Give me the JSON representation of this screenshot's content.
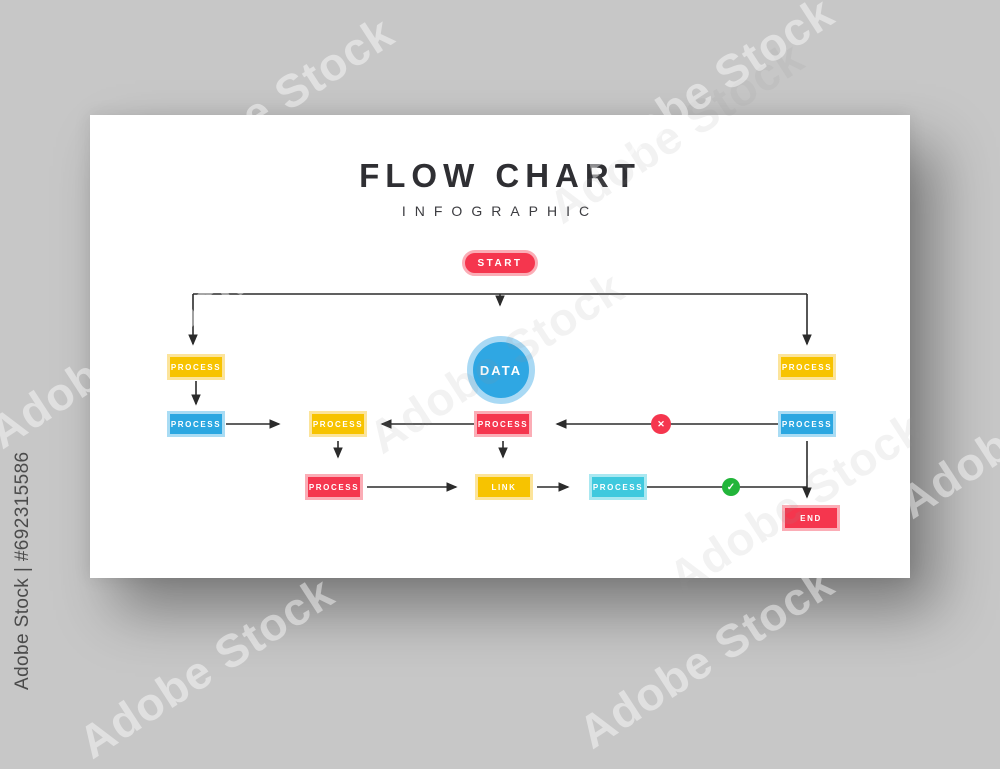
{
  "watermark": {
    "vertical_label": "Adobe Stock | #692315586",
    "tile_label": "Adobe Stock"
  },
  "header": {
    "title": "FLOW CHART",
    "subtitle": "INFOGRAPHIC"
  },
  "flowchart": {
    "nodes": {
      "start": {
        "label": "START",
        "type": "start-pill"
      },
      "data": {
        "label": "DATA",
        "type": "circle"
      },
      "left_process_1": {
        "label": "PROCESS",
        "type": "box"
      },
      "left_process_2": {
        "label": "PROCESS",
        "type": "box"
      },
      "mid_process": {
        "label": "PROCESS",
        "type": "box"
      },
      "center_process": {
        "label": "PROCESS",
        "type": "box"
      },
      "right_process_1": {
        "label": "PROCESS",
        "type": "box"
      },
      "right_process_2": {
        "label": "PROCESS",
        "type": "box"
      },
      "bottom_process_1": {
        "label": "PROCESS",
        "type": "box"
      },
      "link": {
        "label": "LINK",
        "type": "box"
      },
      "bottom_process_2": {
        "label": "PROCESS",
        "type": "box"
      },
      "end": {
        "label": "END",
        "type": "box"
      }
    },
    "badges": {
      "reject": {
        "icon": "✕",
        "color": "#F5364E"
      },
      "approve": {
        "icon": "✓",
        "color": "#22B53A"
      }
    }
  },
  "colors": {
    "bg": "#c7c7c7",
    "card": "#ffffff",
    "title": "#2f2f33",
    "line": "#2b2b2b",
    "red": "#F5364E",
    "red_ring": "#FBADB6",
    "yellow": "#F7C300",
    "yellow_ring": "#FCE49B",
    "blue": "#2BA7E1",
    "blue_ring": "#A9DCF4",
    "data_blue": "#2FA7E3",
    "data_ring": "#A9D9F4",
    "cyan": "#3FC9DE",
    "cyan_ring": "#A9E8F1",
    "green": "#22B53A"
  }
}
